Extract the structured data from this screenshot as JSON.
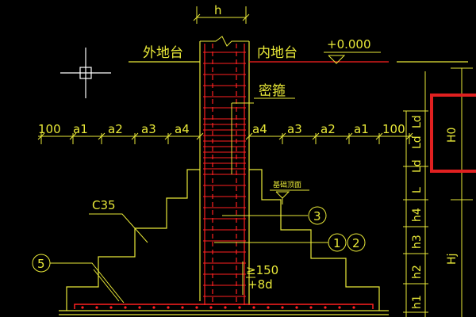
{
  "labels": {
    "h": "h",
    "outer_ground": "外地台",
    "inner_ground": "内地台",
    "elevation": "+0.000",
    "dense_stirrup": "密箍",
    "concrete": "C35",
    "foundation_top": "基础顶面",
    "min_len": "≥150",
    "min_8d": "+8d",
    "callout_3": "3",
    "callout_1": "1",
    "callout_2": "2",
    "callout_5": "5"
  },
  "dim_left": [
    "100",
    "a1",
    "a2",
    "a3",
    "a4"
  ],
  "dim_right": [
    "a4",
    "a3",
    "a2",
    "a1",
    "100"
  ],
  "side_dims": {
    "ld_top": "Ld",
    "ld_mid": "Ld",
    "ld_low": "Ld",
    "l": "L",
    "h4": "h4",
    "h3": "h3",
    "h2": "h2",
    "h1": "h1",
    "h0": "H0",
    "hj": "Hj"
  },
  "colors": {
    "line": "#e8e838",
    "rebar": "#ff2020",
    "highlight_box": "#e02020",
    "background": "#000000",
    "crosshair": "#ffffff"
  },
  "icons": [
    "crosshair-cursor-icon"
  ]
}
